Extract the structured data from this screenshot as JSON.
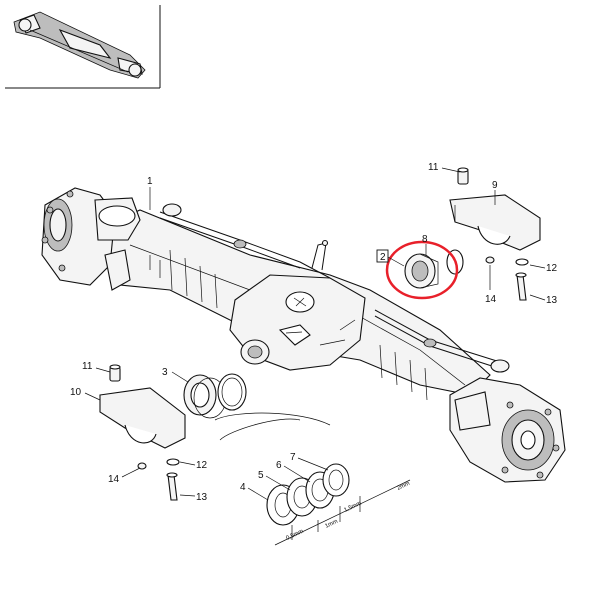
{
  "labels": {
    "l1": "1",
    "l2": "2",
    "l3": "3",
    "l4": "4",
    "l5": "5",
    "l6": "6",
    "l7": "7",
    "l8": "8",
    "l9": "9",
    "l10": "10",
    "l11a": "11",
    "l11b": "11",
    "l12a": "12",
    "l12b": "12",
    "l13a": "13",
    "l13b": "13",
    "l14a": "14",
    "l14b": "14"
  },
  "dimensions": {
    "d05": "0,5mm",
    "d1": "1mm",
    "d15": "1,5mm",
    "d2": "2mm"
  },
  "colors": {
    "highlight": "#e8202a",
    "ink": "#111111"
  }
}
